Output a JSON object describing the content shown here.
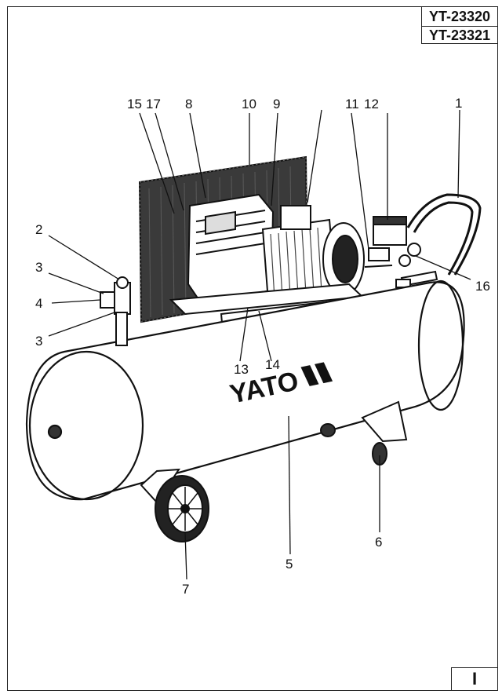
{
  "models": [
    "YT-23320",
    "YT-23321"
  ],
  "page_number": "I",
  "brand": "YATO",
  "callouts": [
    "1",
    "2",
    "3",
    "3",
    "4",
    "5",
    "6",
    "7",
    "8",
    "9",
    "10",
    "11",
    "12",
    "13",
    "14",
    "15",
    "16",
    "17"
  ]
}
